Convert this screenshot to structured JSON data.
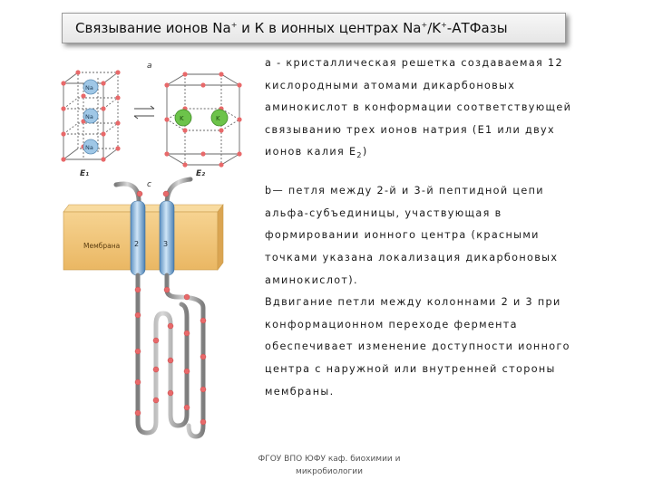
{
  "title": {
    "t1": "Связывание ионов Na",
    "s1": "+",
    "t2": " и К  в ионных центрах Na",
    "s2": "+",
    "t3": "/K",
    "s3": "+",
    "t4": "-АТФазы"
  },
  "figure": {
    "label_a": "a",
    "label_c": "c",
    "e1": "E₁",
    "e2": "E₂",
    "na_label": "Na",
    "k_label": "K",
    "membrane_label": "Мембрана",
    "helix2_label": "2",
    "helix3_label": "3",
    "colors": {
      "membrane": "#f3c77b",
      "helix": "#8ec0e8",
      "chain": "#9a9a9a",
      "site": "#e8696a",
      "ion_na": "#9fc7e6",
      "ion_k": "#6cc34a"
    }
  },
  "text": {
    "para1": "а - кристаллическая решетка создаваемая 12 кислородными атомами дикарбоновых аминокислот в конформации соответствующей связыванию трех ионов натрия (Е1 или двух ионов калия Е",
    "para1_sub": "2",
    "para1_end": ")",
    "para2": " b— петля между 2-й и 3-й пептидной цепи альфа-субъединицы, участвующая в формировании ионного центра (красными точками указана локализация дикарбоновых аминокислот).",
    "para3": "Вдвигание петли между колоннами 2 и 3 при конформационном переходе фермента обеспечивает изменение доступности ионного центра с наружной или внутренней стороны мембраны."
  },
  "footer": {
    "line1": "ФГОУ ВПО ЮФУ  каф. биохимии и",
    "line2": "микробиологии"
  }
}
